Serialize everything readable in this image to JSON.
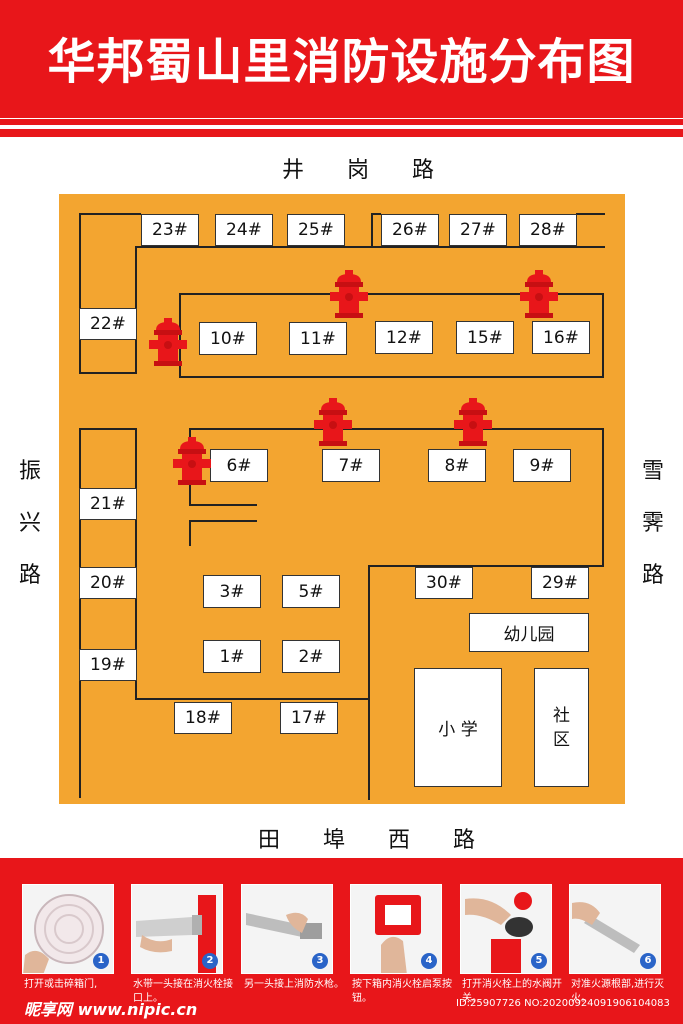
{
  "title": "华邦蜀山里消防设施分布图",
  "roads": {
    "north": "井 岗 路",
    "south": "田 埠 西 路",
    "west": [
      "振",
      "兴",
      "路"
    ],
    "east": [
      "雪",
      "霁",
      "路"
    ]
  },
  "buildings": {
    "b1": "1#",
    "b2": "2#",
    "b3": "3#",
    "b5": "5#",
    "b6": "6#",
    "b7": "7#",
    "b8": "8#",
    "b9": "9#",
    "b10": "10#",
    "b11": "11#",
    "b12": "12#",
    "b15": "15#",
    "b16": "16#",
    "b17": "17#",
    "b18": "18#",
    "b19": "19#",
    "b20": "20#",
    "b21": "21#",
    "b22": "22#",
    "b23": "23#",
    "b24": "24#",
    "b25": "25#",
    "b26": "26#",
    "b27": "27#",
    "b28": "28#",
    "b29": "29#",
    "b30": "30#"
  },
  "facilities": {
    "kindergarten": "幼儿园",
    "school": "小 学",
    "community": [
      "社",
      "区"
    ]
  },
  "steps": [
    {
      "num": "1",
      "text": "打开或击碎箱门,"
    },
    {
      "num": "2",
      "text": "水带一头接在消火栓接口上。"
    },
    {
      "num": "3",
      "text": "另一头接上消防水枪。"
    },
    {
      "num": "4",
      "text": "按下箱内消火栓启泵按钮。"
    },
    {
      "num": "5",
      "text": "打开消火栓上的水阀开关。"
    },
    {
      "num": "6",
      "text": "对准火源根部,进行灭火。"
    }
  ],
  "watermark": {
    "left": "昵享网 www.nipic.cn",
    "right": "ID:25907726 NO:20200924091906104083"
  },
  "colors": {
    "header_red": "#e8161a",
    "map_orange": "#f3a530",
    "hydrant_red": "#e8161a"
  },
  "icons": [
    "fire-hydrant-icon"
  ]
}
